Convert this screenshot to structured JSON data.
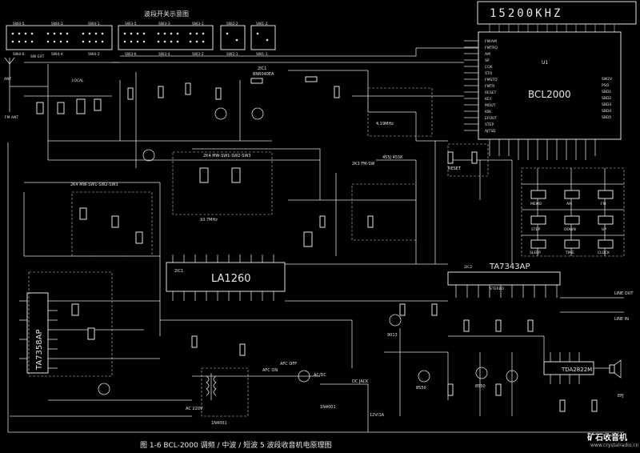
{
  "display": {
    "frequency": "15200KHZ"
  },
  "switch_header": {
    "title": "波段开关示意图",
    "labels": [
      "SW4-5",
      "SW4-3",
      "SW4-1",
      "SW3-5",
      "SW3-3",
      "SW3-1",
      "SW2-2",
      "SW1-2",
      "SW4-6",
      "SW4-4",
      "SW4-2",
      "SW3-6",
      "SW3-4",
      "SW3-2",
      "SW2-1",
      "SW1-1"
    ]
  },
  "ics": [
    {
      "id": "u1",
      "part": "BCL2000",
      "ref": "U1"
    },
    {
      "id": "ic1",
      "part": "LA1260",
      "ref": "2IC1"
    },
    {
      "id": "ic2",
      "part": "TA7358AP",
      "ref": ""
    },
    {
      "id": "ic3",
      "part": "TA7343AP",
      "ref": "2IC2"
    },
    {
      "id": "ic4",
      "part": "TDA2822M",
      "ref": ""
    }
  ],
  "u1_pins_left": [
    "FM/AM",
    "FMTRQ",
    "AM",
    "SP",
    "COK",
    "STO",
    "FMSTD",
    "FMTR",
    "RESET",
    "KEY",
    "MOUT",
    "KIN",
    "EFOUT",
    "STEP",
    "AJTSD"
  ],
  "u1_pins_right": [
    "SW2V",
    "PSO",
    "SBD1",
    "SBD2",
    "SBD3",
    "SBD4",
    "SBD5"
  ],
  "buttons": [
    "MEMO",
    "AM",
    "FM",
    "STEP",
    "DOWN",
    "UP",
    "SLEEP",
    "TIME",
    "CLOCK"
  ],
  "labels": {
    "antenna": "ANT",
    "sw_ext": "SW EXT",
    "local": "LOCAL",
    "fm_ant": "FM ANT",
    "mw_line": "2K4 MW-SW1-SW2-SW3",
    "mw_line2": "2K4 MW-SW1-SW2-SW3",
    "fm_sw": "2K3 FM-SW",
    "bpf": "455J 455K",
    "afc": "AFC ON",
    "afc_off": "AFC OFF",
    "acdc": "AC/DC",
    "dc_jack": "DC JACK",
    "stereo": "STEREO",
    "line_out": "LINE OUT",
    "line_in": "LINE IN",
    "rpj": "EPJ",
    "ac": "AC 220V",
    "supply": "12V/1A",
    "diode1": "1N4001",
    "diode2": "1N4001",
    "xtal": "4.19MHz",
    "cf": "10.7MHz",
    "mosfet": "BN6040EA",
    "reset": "RESET",
    "icq": "2IC1",
    "trq1": "9013",
    "trq2": "8550",
    "trq3": "8550"
  },
  "caption": "图 1-6  BCL-2000 调频 / 中波 / 短波 5 波段收音机电原理图",
  "watermark": {
    "cn": "矿石收音机",
    "url": "www.crystalradio.cn"
  },
  "colors": {
    "background": "#000000",
    "ink": "#e6e6e6"
  }
}
